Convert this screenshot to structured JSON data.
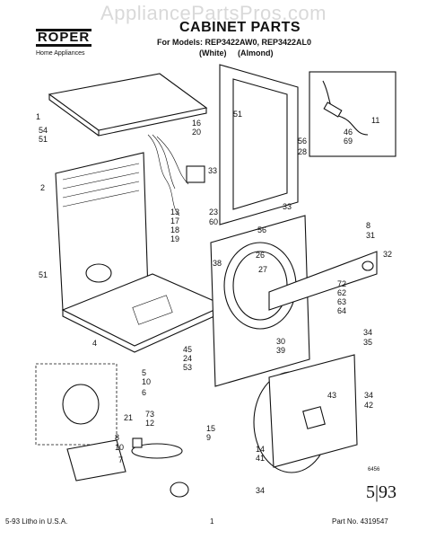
{
  "watermark": "AppliancePartsPros.com",
  "brand": {
    "name": "ROPER",
    "sub": "Home Appliances"
  },
  "title": "CABINET PARTS",
  "models": "For Models: REP3422AW0, REP3422AL0",
  "colors": "(White)  (Almond)",
  "footer": {
    "left": "5-93  Litho in U.S.A.",
    "page": "1",
    "part": "Part No. 4319547"
  },
  "drawing_code": "6456",
  "drawing_date": "5|93",
  "callouts": [
    "1",
    "54",
    "51",
    "2",
    "16",
    "20",
    "51",
    "56",
    "28",
    "11",
    "46",
    "69",
    "13",
    "17",
    "18",
    "19",
    "33",
    "23",
    "60",
    "33",
    "8",
    "31",
    "56",
    "32",
    "51",
    "38",
    "26",
    "27",
    "72",
    "62",
    "63",
    "64",
    "45",
    "24",
    "53",
    "30",
    "39",
    "34",
    "35",
    "4",
    "5",
    "10",
    "6",
    "73",
    "12",
    "21",
    "7",
    "10",
    "8",
    "15",
    "9",
    "43",
    "14",
    "41",
    "34",
    "34",
    "42"
  ]
}
